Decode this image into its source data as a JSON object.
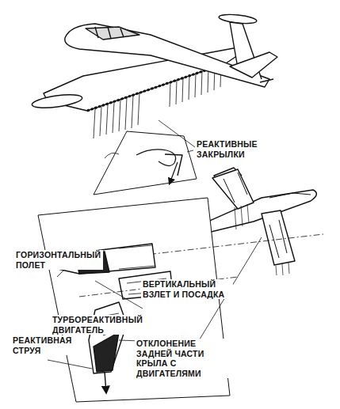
{
  "diagram": {
    "labels": [
      "РЕАКТИВНЫЕ ЗАКРЫЛКИ",
      "ГОРИЗОНТАЛЬНЫЙ ПОЛЕТ",
      "ВЕРТИКАЛЬНЫЙ ВЗЛЕТ И ПОСАДКА",
      "ТУРБОРЕАКТИВНЫЙ ДВИГАТЕЛЬ",
      "РЕАКТИВНАЯ СТРУЯ",
      "ОТКЛОНЕНИЕ ЗАДНЕЙ ЧАСТИ КРЫЛА С ДВИГАТЕЛЯМИ"
    ]
  }
}
